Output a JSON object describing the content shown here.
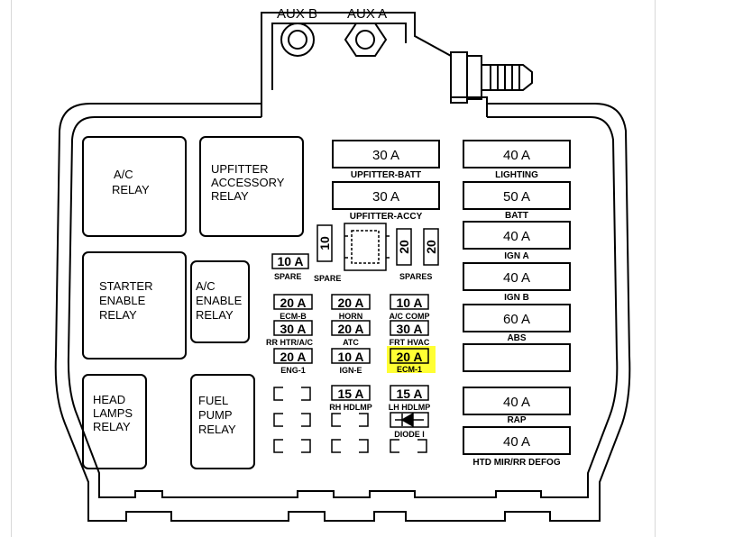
{
  "colors": {
    "highlight": "#ffff33",
    "line": "#000000",
    "background": "#ffffff"
  },
  "studs": {
    "aux_b": "AUX B",
    "aux_a": "AUX A"
  },
  "relays": {
    "ac": [
      "A/C",
      "RELAY"
    ],
    "upfitter": [
      "UPFITTER",
      "ACCESSORY",
      "RELAY"
    ],
    "starter": [
      "STARTER",
      "ENABLE",
      "RELAY"
    ],
    "ac_enable": [
      "A/C",
      "ENABLE",
      "RELAY"
    ],
    "headlamps": [
      "HEAD",
      "LAMPS",
      "RELAY"
    ],
    "fuel_pump": [
      "FUEL",
      "PUMP",
      "RELAY"
    ]
  },
  "upfitter_fuses": [
    {
      "value": "30 A",
      "label": "UPFITTER-BATT"
    },
    {
      "value": "30 A",
      "label": "UPFITTER-ACCY"
    }
  ],
  "maxi_fuses": [
    {
      "value": "40 A",
      "label": "LIGHTING"
    },
    {
      "value": "50 A",
      "label": "BATT"
    },
    {
      "value": "40 A",
      "label": "IGN A"
    },
    {
      "value": "40 A",
      "label": "IGN B"
    },
    {
      "value": "60 A",
      "label": "ABS"
    },
    {
      "value": "",
      "label": ""
    },
    {
      "value": "40 A",
      "label": "RAP"
    },
    {
      "value": "40 A",
      "label": "HTD MIR/RR DEFOG"
    }
  ],
  "spares": {
    "fuse_10": "10 A",
    "spare1": "SPARE",
    "spare2": "SPARE",
    "vert_10": "10",
    "vert_20a": "20",
    "vert_20b": "20",
    "spares": "SPARES"
  },
  "mini_fuses": [
    {
      "value": "20 A",
      "label": "ECM-B"
    },
    {
      "value": "20 A",
      "label": "HORN"
    },
    {
      "value": "10 A",
      "label": "A/C COMP"
    },
    {
      "value": "30 A",
      "label": "RR HTR/A/C"
    },
    {
      "value": "20 A",
      "label": "ATC"
    },
    {
      "value": "30 A",
      "label": "FRT HVAC"
    },
    {
      "value": "20 A",
      "label": "ENG-1"
    },
    {
      "value": "10 A",
      "label": "IGN-E"
    },
    {
      "value": "20 A",
      "label": "ECM-1"
    },
    {
      "value": "15 A",
      "label": "RH HDLMP"
    },
    {
      "value": "15 A",
      "label": "LH HDLMP"
    }
  ],
  "diode": "DIODE I"
}
